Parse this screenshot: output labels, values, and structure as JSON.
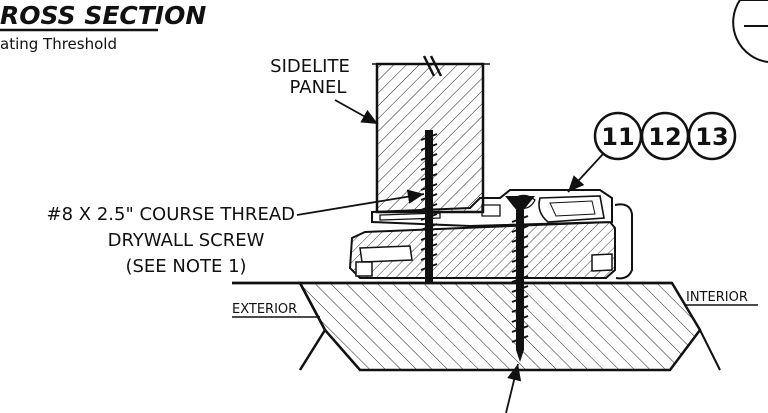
{
  "title": "ROSS SECTION",
  "subtitle": "ating Threshold",
  "labels": {
    "sidelite_line1": "SIDELITE",
    "sidelite_line2": "PANEL",
    "screw_line1": "#8 X 2.5\" COURSE THREAD",
    "screw_line2": "DRYWALL SCREW",
    "screw_line3": "(SEE NOTE 1)",
    "exterior": "EXTERIOR",
    "interior": "INTERIOR"
  },
  "callouts": [
    "11",
    "12",
    "13"
  ]
}
